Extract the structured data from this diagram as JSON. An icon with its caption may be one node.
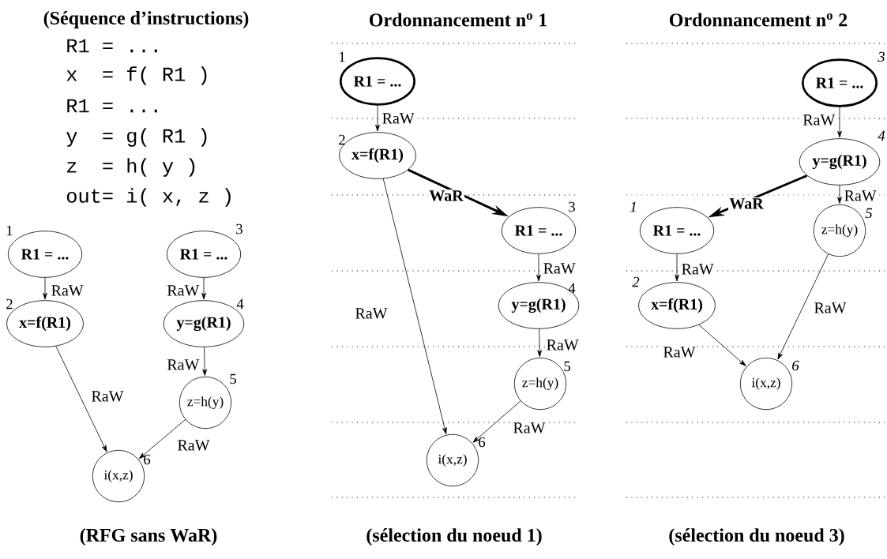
{
  "diagram": {
    "nodes": [
      {
        "text": [
          "R1 = ..."
        ],
        "beside": [
          "1"
        ]
      },
      {
        "text": [
          "x=f(R1)"
        ],
        "beside": [
          "2"
        ]
      },
      {
        "text": [
          "R1 = ..."
        ],
        "beside": [
          "3"
        ]
      },
      {
        "text": [
          "y=g(R1)"
        ],
        "beside": [
          "4"
        ]
      },
      {
        "text": [
          "z=h(y)"
        ],
        "beside": [
          "5"
        ]
      },
      {
        "text": [
          "i(x,z)"
        ],
        "beside": [
          "6"
        ]
      },
      {
        "text": [
          "R1 = ..."
        ],
        "beside": [
          "1"
        ]
      },
      {
        "text": [
          "x=f(R1)"
        ],
        "beside": [
          "2"
        ]
      },
      {
        "text": [
          "R1 = ..."
        ],
        "beside": [
          "3"
        ]
      },
      {
        "text": [
          "y=g(R1)"
        ],
        "beside": [
          "4"
        ]
      },
      {
        "text": [
          "z=h(y)"
        ],
        "beside": [
          "5"
        ]
      },
      {
        "text": [
          "i(x,z)"
        ],
        "beside": [
          "6"
        ]
      },
      {
        "text": [
          "R1 = ..."
        ],
        "beside": [
          "1"
        ]
      },
      {
        "text": [
          "x=f(R1)"
        ],
        "beside": [
          "2"
        ]
      },
      {
        "text": [
          "R1 = ..."
        ],
        "beside": [
          "3"
        ]
      },
      {
        "text": [
          "y=g(R1)"
        ],
        "beside": [
          "4"
        ]
      },
      {
        "text": [
          "z=h(y)"
        ],
        "beside": [
          "5"
        ]
      },
      {
        "text": [
          "i(x,z)"
        ],
        "beside": [
          "6"
        ]
      }
    ],
    "edges": [
      {
        "from": 0,
        "to": 1,
        "arrow": "to",
        "label": "RaW"
      },
      {
        "from": 2,
        "to": 3,
        "arrow": "to",
        "label": "RaW"
      },
      {
        "from": 3,
        "to": 4,
        "arrow": "to",
        "label": "RaW"
      },
      {
        "from": 1,
        "to": 5,
        "arrow": "to",
        "label": "RaW"
      },
      {
        "from": 4,
        "to": 5,
        "arrow": "to",
        "label": "RaW"
      },
      {
        "from": 6,
        "to": 7,
        "arrow": "to",
        "label": "RaW"
      },
      {
        "from": 7,
        "to": 8,
        "arrow": "to",
        "label": "WaR",
        "style": "thick"
      },
      {
        "from": 8,
        "to": 9,
        "arrow": "to",
        "label": "RaW"
      },
      {
        "from": 9,
        "to": 10,
        "arrow": "to",
        "label": "RaW"
      },
      {
        "from": 7,
        "to": 11,
        "arrow": "to",
        "label": "RaW"
      },
      {
        "from": 10,
        "to": 11,
        "arrow": "to",
        "label": "RaW"
      },
      {
        "from": 14,
        "to": 15,
        "arrow": "to",
        "label": "RaW"
      },
      {
        "from": 15,
        "to": 16,
        "arrow": "to",
        "label": "RaW"
      },
      {
        "from": 15,
        "to": 12,
        "arrow": "to",
        "label": "WaR",
        "style": "thick"
      },
      {
        "from": 12,
        "to": 13,
        "arrow": "to",
        "label": "RaW"
      },
      {
        "from": 16,
        "to": 17,
        "arrow": "to",
        "label": "RaW"
      },
      {
        "from": 13,
        "to": 17,
        "arrow": "to",
        "label": "RaW"
      }
    ],
    "labels": [
      "(Séquence d’instructions)",
      "Ordonnancement n$^{o}$ 1",
      "Ordonnancement n$^{o}$ 2",
      "R1 = ...",
      "x  = f( R1 )",
      "R1 = ...",
      "y  = g( R1 )",
      "z  = h( y )",
      "out= i( x, z )",
      "(RFG sans WaR)",
      "(sélection du noeud 1)",
      "(sélection du noeud 3)"
    ]
  }
}
